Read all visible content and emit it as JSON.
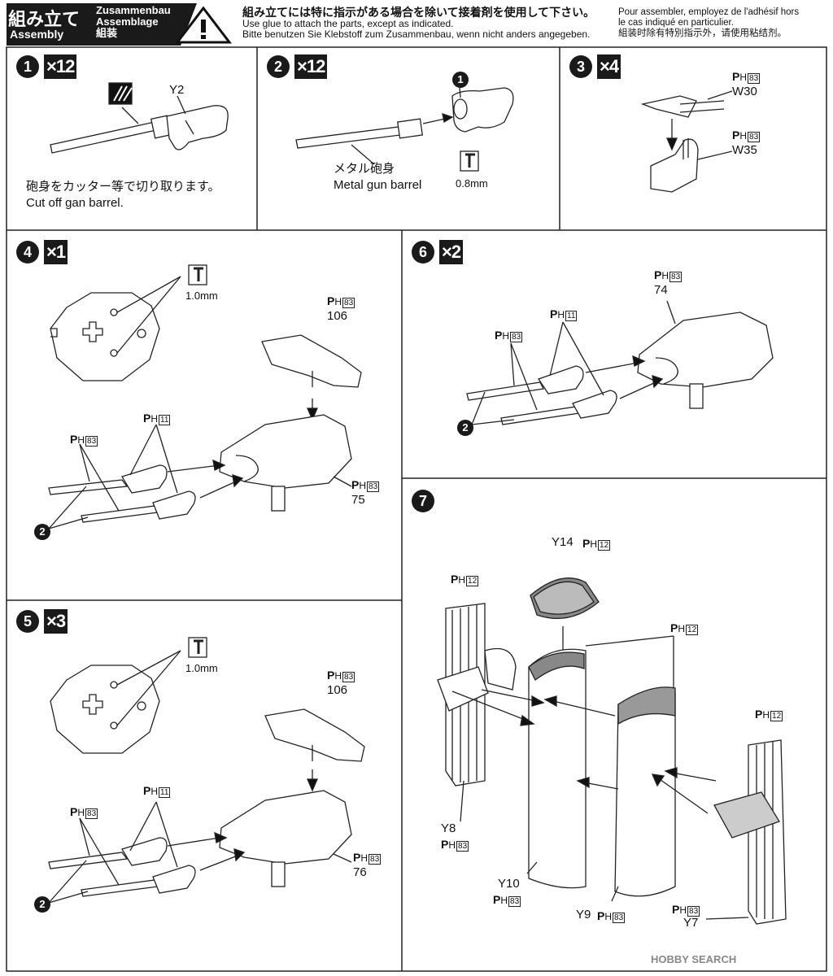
{
  "header": {
    "title_jp": "組み立て",
    "title_en": "Assembly",
    "title_de": "Zusammenbau",
    "title_fr": "Assemblage",
    "title_cn": "組装",
    "warning_jp": "組み立てには特に指示がある場合を除いて接着剤を使用して下さい。",
    "warning_en1": "Use glue to attach the parts, except as indicated.",
    "warning_de": "Bitte benutzen Sie Klebstoff zum Zusammenbau, wenn nicht anders angegeben.",
    "warning_fr1": "Pour assembler, employez de l'adhésif hors",
    "warning_fr2": "le cas indiqué en particulier.",
    "warning_cn": "組装时除有特別指示外，请使用粘结剂。"
  },
  "steps": [
    {
      "num": "1",
      "qty": "×12"
    },
    {
      "num": "2",
      "qty": "×12"
    },
    {
      "num": "3",
      "qty": "×4"
    },
    {
      "num": "4",
      "qty": "×1"
    },
    {
      "num": "6",
      "qty": "×2"
    },
    {
      "num": "5",
      "qty": "×3"
    },
    {
      "num": "7",
      "qty": ""
    }
  ],
  "step1": {
    "part": "Y2",
    "note_jp": "砲身をカッター等で切り取ります。",
    "note_en": "Cut off gan barrel."
  },
  "step2": {
    "ref": "1",
    "label_jp": "メタル砲身",
    "label_en": "Metal gun barrel",
    "drill": "0.8mm"
  },
  "step3": {
    "ph1": "83",
    "part1": "W30",
    "ph2": "83",
    "part2": "W35"
  },
  "step4": {
    "drill": "1.0mm",
    "ph_a": "83",
    "part_a": "106",
    "ph_b": "11",
    "ph_c": "83",
    "ph_d": "83",
    "part_d": "75",
    "ref": "2"
  },
  "step5": {
    "drill": "1.0mm",
    "ph_a": "83",
    "part_a": "106",
    "ph_b": "11",
    "ph_c": "83",
    "ph_d": "83",
    "part_d": "76",
    "ref": "2"
  },
  "step6": {
    "ph_a": "83",
    "part_a": "74",
    "ph_b": "11",
    "ph_c": "83",
    "ref": "2"
  },
  "step7": {
    "y14": "Y14",
    "ph_y14": "12",
    "ph_left": "12",
    "ph_mid": "12",
    "ph_right": "12",
    "y8": "Y8",
    "ph_y8": "83",
    "y10": "Y10",
    "ph_y10": "83",
    "y9": "Y9",
    "ph_y9": "83",
    "y7": "Y7",
    "ph_y7": "83"
  },
  "ph_prefix": "P",
  "ph_sub": "H",
  "watermark": "HOBBY SEARCH"
}
